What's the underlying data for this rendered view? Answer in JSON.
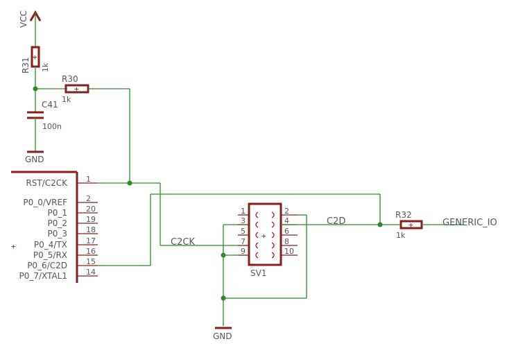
{
  "supply": {
    "vcc_label": "VCC",
    "gnd_label": "GND"
  },
  "components": {
    "r31": {
      "name": "R31",
      "value": "1k"
    },
    "r30": {
      "name": "R30",
      "value": "1k"
    },
    "c41": {
      "name": "C41",
      "value": "100n"
    },
    "r32": {
      "name": "R32",
      "value": "1k"
    },
    "sv1": {
      "name": "SV1",
      "pins_left": [
        "1",
        "3",
        "5",
        "7",
        "9"
      ],
      "pins_right": [
        "2",
        "4",
        "6",
        "8",
        "10"
      ]
    }
  },
  "mcu": {
    "pins": [
      {
        "name": "RST/C2CK",
        "number": "1"
      },
      {
        "name": "P0_0/VREF",
        "number": "2"
      },
      {
        "name": "P0_1",
        "number": "20"
      },
      {
        "name": "P0_2",
        "number": "19"
      },
      {
        "name": "P0_3",
        "number": "18"
      },
      {
        "name": "P0_4/TX",
        "number": "17"
      },
      {
        "name": "P0_5/RX",
        "number": "16"
      },
      {
        "name": "P0_6/C2D",
        "number": "15"
      },
      {
        "name": "P0_7/XTAL1",
        "number": "14"
      }
    ]
  },
  "nets": {
    "c2ck": "C2CK",
    "c2d": "C2D",
    "generic_io": "GENERIC_IO"
  },
  "origin_mark": "+",
  "colors": {
    "wire": "#2a8a2a",
    "component": "#8a1c1c",
    "text": "#555555"
  }
}
